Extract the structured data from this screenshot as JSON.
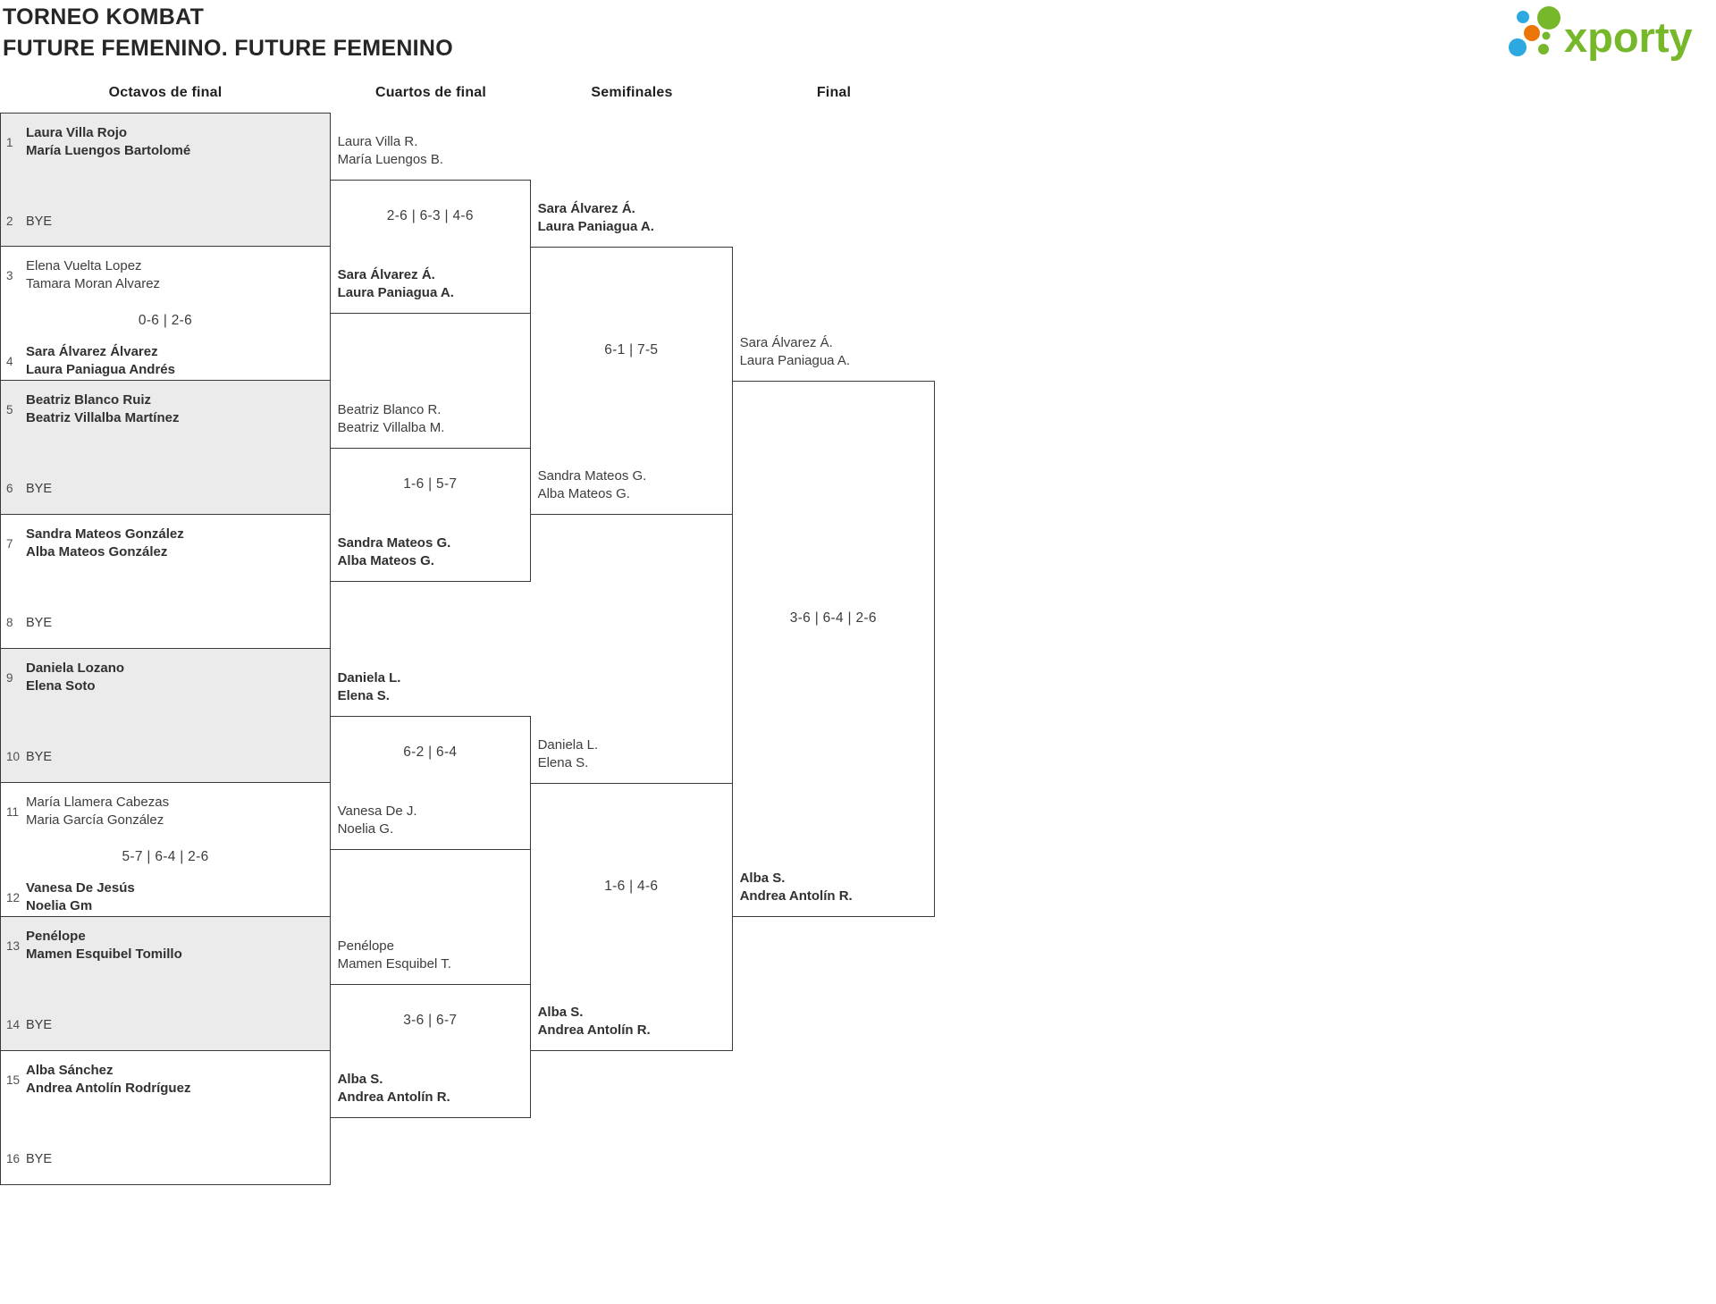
{
  "header": {
    "title_line1": "TORNEO KOMBAT",
    "title_line2": "FUTURE FEMENINO. FUTURE FEMENINO",
    "logo_text": "xporty",
    "logo_colors": {
      "green": "#76b82a",
      "blue": "#2da9e1",
      "orange": "#ec7508"
    }
  },
  "rounds": [
    {
      "label": "Octavos de final"
    },
    {
      "label": "Cuartos de final"
    },
    {
      "label": "Semifinales"
    },
    {
      "label": "Final"
    }
  ],
  "octavos": [
    {
      "seedA": "1",
      "teamA": [
        "Laura Villa Rojo",
        "María Luengos Bartolomé"
      ],
      "teamA_bold": true,
      "score": "",
      "seedB": "2",
      "teamB": [
        "BYE"
      ],
      "teamB_bold": false,
      "bye": true
    },
    {
      "seedA": "3",
      "teamA": [
        "Elena Vuelta Lopez",
        "Tamara Moran Alvarez"
      ],
      "teamA_bold": false,
      "score": "0-6 | 2-6",
      "seedB": "4",
      "teamB": [
        "Sara Álvarez Álvarez",
        "Laura Paniagua Andrés"
      ],
      "teamB_bold": true,
      "bye": false
    },
    {
      "seedA": "5",
      "teamA": [
        "Beatriz Blanco Ruiz",
        "Beatriz Villalba Martínez"
      ],
      "teamA_bold": true,
      "score": "",
      "seedB": "6",
      "teamB": [
        "BYE"
      ],
      "teamB_bold": false,
      "bye": true
    },
    {
      "seedA": "7",
      "teamA": [
        "Sandra Mateos González",
        "Alba Mateos González"
      ],
      "teamA_bold": true,
      "score": "",
      "seedB": "8",
      "teamB": [
        "BYE"
      ],
      "teamB_bold": false,
      "bye": true
    },
    {
      "seedA": "9",
      "teamA": [
        "Daniela Lozano",
        "Elena Soto"
      ],
      "teamA_bold": true,
      "score": "",
      "seedB": "10",
      "teamB": [
        "BYE"
      ],
      "teamB_bold": false,
      "bye": true
    },
    {
      "seedA": "11",
      "teamA": [
        "María Llamera Cabezas",
        "Maria García González"
      ],
      "teamA_bold": false,
      "score": "5-7 | 6-4 | 2-6",
      "seedB": "12",
      "teamB": [
        "Vanesa De Jesús",
        "Noelia Gm"
      ],
      "teamB_bold": true,
      "bye": false
    },
    {
      "seedA": "13",
      "teamA": [
        "Penélope",
        "Mamen Esquibel Tomillo"
      ],
      "teamA_bold": true,
      "score": "",
      "seedB": "14",
      "teamB": [
        "BYE"
      ],
      "teamB_bold": false,
      "bye": true
    },
    {
      "seedA": "15",
      "teamA": [
        "Alba Sánchez",
        "Andrea Antolín Rodríguez"
      ],
      "teamA_bold": true,
      "score": "",
      "seedB": "16",
      "teamB": [
        "BYE"
      ],
      "teamB_bold": false,
      "bye": true
    }
  ],
  "cuartos": [
    {
      "top": [
        "Laura Villa R.",
        "María Luengos B."
      ],
      "top_bold": false,
      "score": "2-6 | 6-3 | 4-6",
      "bottom": [
        "Sara Álvarez Á.",
        "Laura Paniagua A."
      ],
      "bottom_bold": true
    },
    {
      "top": [
        "Beatriz Blanco R.",
        "Beatriz Villalba M."
      ],
      "top_bold": false,
      "score": "1-6 | 5-7",
      "bottom": [
        "Sandra Mateos G.",
        "Alba Mateos G."
      ],
      "bottom_bold": true
    },
    {
      "top": [
        "Daniela L.",
        "Elena S."
      ],
      "top_bold": true,
      "score": "6-2 | 6-4",
      "bottom": [
        "Vanesa De J.",
        "Noelia G."
      ],
      "bottom_bold": false
    },
    {
      "top": [
        "Penélope",
        "Mamen Esquibel T."
      ],
      "top_bold": false,
      "score": "3-6 | 6-7",
      "bottom": [
        "Alba S.",
        "Andrea Antolín R."
      ],
      "bottom_bold": true
    }
  ],
  "semifinales": [
    {
      "top": [
        "Sara Álvarez Á.",
        "Laura Paniagua A."
      ],
      "top_bold": true,
      "score": "6-1 | 7-5",
      "bottom": [
        "Sandra Mateos G.",
        "Alba Mateos G."
      ],
      "bottom_bold": false
    },
    {
      "top": [
        "Daniela L.",
        "Elena S."
      ],
      "top_bold": false,
      "score": "1-6 | 4-6",
      "bottom": [
        "Alba S.",
        "Andrea Antolín R."
      ],
      "bottom_bold": true
    }
  ],
  "final": {
    "top": [
      "Sara Álvarez Á.",
      "Laura Paniagua A."
    ],
    "top_bold": false,
    "score": "3-6 | 6-4 | 2-6",
    "bottom": [
      "Alba S.",
      "Andrea Antolín R."
    ],
    "bottom_bold": true
  }
}
